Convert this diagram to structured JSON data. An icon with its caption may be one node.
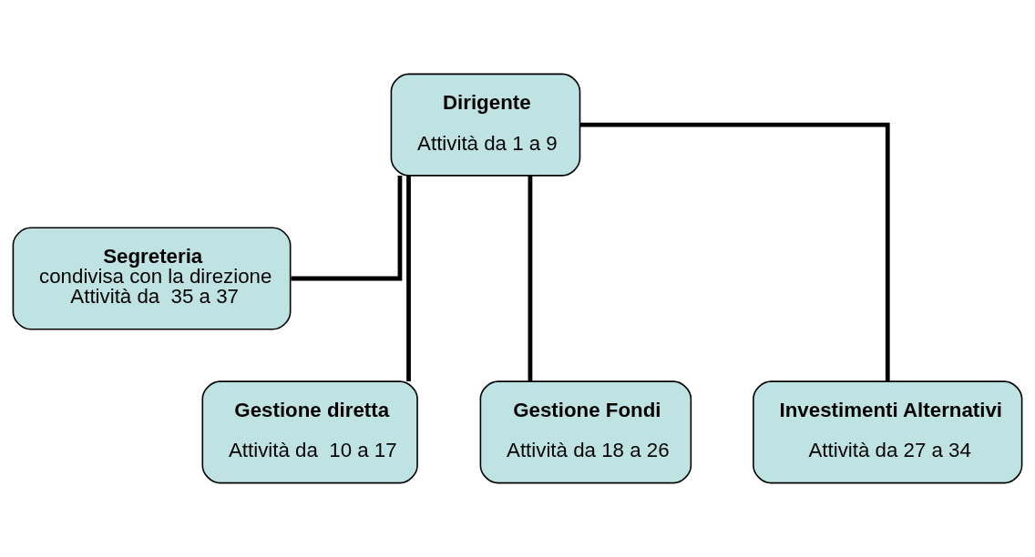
{
  "diagram": {
    "nodes": [
      {
        "text": [
          "Dirigente",
          "Attività da 1 a 9"
        ]
      },
      {
        "text": [
          "Segreteria",
          "condivisa con la direzione",
          "Attività da  35 a 37"
        ]
      },
      {
        "text": [
          "Gestione diretta",
          "Attività da  10 a 17"
        ]
      },
      {
        "text": [
          "Gestione Fondi",
          "Attività da 18 a 26"
        ]
      },
      {
        "text": [
          "Investimenti Alternativi",
          "Attività da 27 a 34"
        ]
      }
    ],
    "edges": [
      {
        "from": 0,
        "to": 1,
        "arrow": "none"
      },
      {
        "from": 0,
        "to": 2,
        "arrow": "none"
      },
      {
        "from": 0,
        "to": 3,
        "arrow": "none"
      },
      {
        "from": 0,
        "to": 4,
        "arrow": "none"
      }
    ]
  }
}
